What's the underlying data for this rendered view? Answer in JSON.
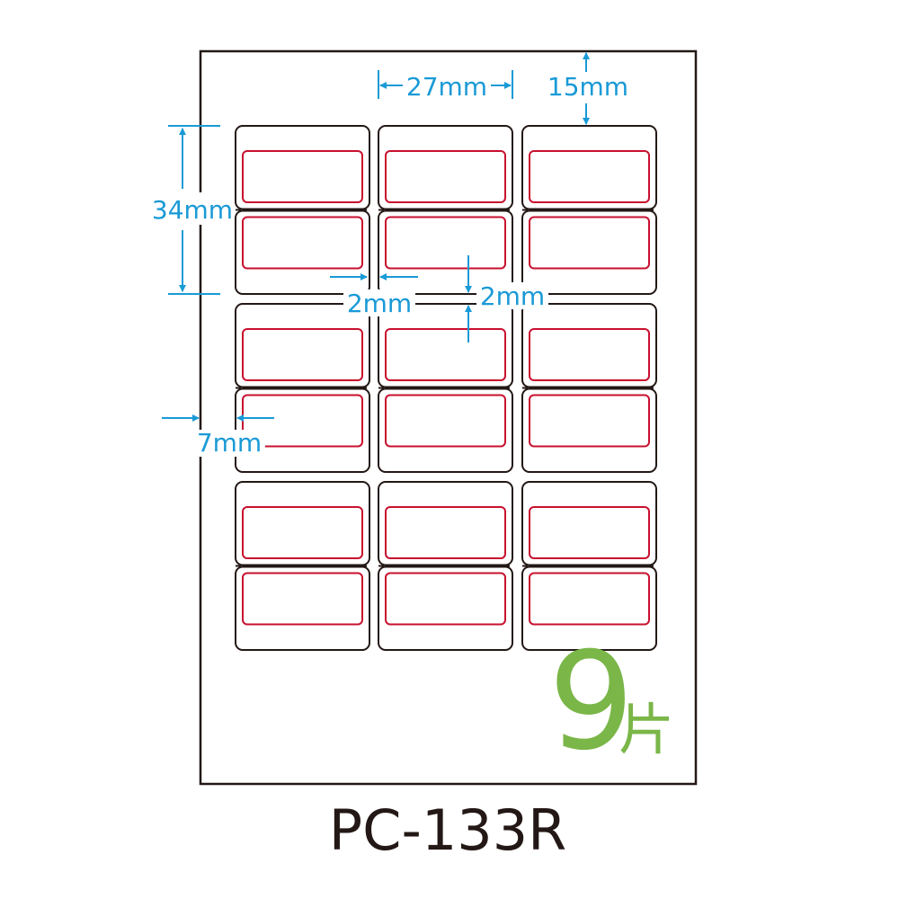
{
  "dimensions": {
    "label_width": "27mm",
    "top_margin": "15mm",
    "label_height": "34mm",
    "column_gap": "2mm",
    "row_gap": "2mm",
    "side_margin": "7mm"
  },
  "sheet": {
    "rows": 3,
    "columns": 3,
    "sublabels_per_label": 2
  },
  "count": {
    "number": "9",
    "unit": "片"
  },
  "model": "PC-133R",
  "colors": {
    "dimension": "#1a9ad6",
    "label_border": "#231815",
    "inner_frame": "#c8102e",
    "count": "#7ab648"
  }
}
